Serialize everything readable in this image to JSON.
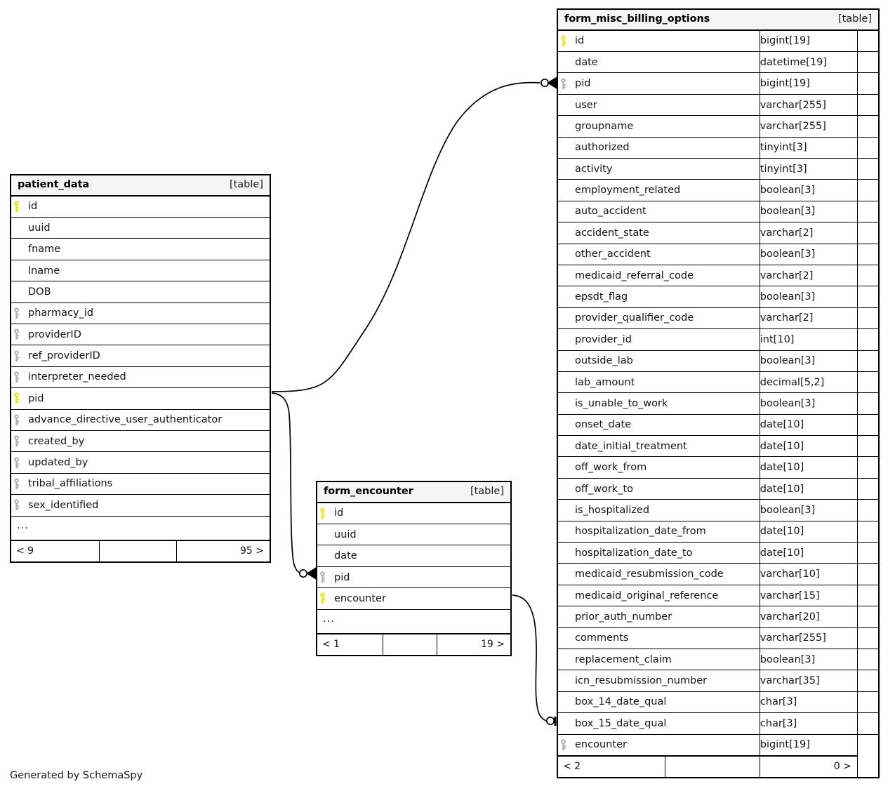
{
  "diagram": {
    "credit": "Generated by SchemaSpy",
    "kind_label": "[table]",
    "ellipsis": "...",
    "colors": {
      "primary_key": "#e8e800",
      "foreign_key": "#b0b0b0",
      "header_background": "#f5f5f5",
      "border": "#000000",
      "text": "#141414",
      "background": "#ffffff"
    }
  },
  "tables": {
    "patient_data": {
      "name": "patient_data",
      "kind": "[table]",
      "show_types": false,
      "ellipsis": "...",
      "footer": {
        "left": "< 9",
        "middle": "",
        "right": "95 >"
      },
      "columns": [
        {
          "name": "id",
          "type": "",
          "key": "primary"
        },
        {
          "name": "uuid",
          "type": "",
          "key": "none"
        },
        {
          "name": "fname",
          "type": "",
          "key": "none"
        },
        {
          "name": "lname",
          "type": "",
          "key": "none"
        },
        {
          "name": "DOB",
          "type": "",
          "key": "none"
        },
        {
          "name": "pharmacy_id",
          "type": "",
          "key": "foreign"
        },
        {
          "name": "providerID",
          "type": "",
          "key": "foreign"
        },
        {
          "name": "ref_providerID",
          "type": "",
          "key": "foreign"
        },
        {
          "name": "interpreter_needed",
          "type": "",
          "key": "foreign"
        },
        {
          "name": "pid",
          "type": "",
          "key": "primary"
        },
        {
          "name": "advance_directive_user_authenticator",
          "type": "",
          "key": "foreign"
        },
        {
          "name": "created_by",
          "type": "",
          "key": "foreign"
        },
        {
          "name": "updated_by",
          "type": "",
          "key": "foreign"
        },
        {
          "name": "tribal_affiliations",
          "type": "",
          "key": "foreign"
        },
        {
          "name": "sex_identified",
          "type": "",
          "key": "foreign"
        }
      ]
    },
    "form_encounter": {
      "name": "form_encounter",
      "kind": "[table]",
      "show_types": false,
      "ellipsis": "...",
      "footer": {
        "left": "< 1",
        "middle": "",
        "right": "19 >"
      },
      "columns": [
        {
          "name": "id",
          "type": "",
          "key": "primary"
        },
        {
          "name": "uuid",
          "type": "",
          "key": "none"
        },
        {
          "name": "date",
          "type": "",
          "key": "none"
        },
        {
          "name": "pid",
          "type": "",
          "key": "foreign"
        },
        {
          "name": "encounter",
          "type": "",
          "key": "primary"
        }
      ]
    },
    "form_misc_billing_options": {
      "name": "form_misc_billing_options",
      "kind": "[table]",
      "show_types": true,
      "ellipsis": "",
      "footer": {
        "left": "< 2",
        "middle": "",
        "right": "0 >"
      },
      "columns": [
        {
          "name": "id",
          "type": "bigint[19]",
          "key": "primary"
        },
        {
          "name": "date",
          "type": "datetime[19]",
          "key": "none"
        },
        {
          "name": "pid",
          "type": "bigint[19]",
          "key": "foreign"
        },
        {
          "name": "user",
          "type": "varchar[255]",
          "key": "none"
        },
        {
          "name": "groupname",
          "type": "varchar[255]",
          "key": "none"
        },
        {
          "name": "authorized",
          "type": "tinyint[3]",
          "key": "none"
        },
        {
          "name": "activity",
          "type": "tinyint[3]",
          "key": "none"
        },
        {
          "name": "employment_related",
          "type": "boolean[3]",
          "key": "none"
        },
        {
          "name": "auto_accident",
          "type": "boolean[3]",
          "key": "none"
        },
        {
          "name": "accident_state",
          "type": "varchar[2]",
          "key": "none"
        },
        {
          "name": "other_accident",
          "type": "boolean[3]",
          "key": "none"
        },
        {
          "name": "medicaid_referral_code",
          "type": "varchar[2]",
          "key": "none"
        },
        {
          "name": "epsdt_flag",
          "type": "boolean[3]",
          "key": "none"
        },
        {
          "name": "provider_qualifier_code",
          "type": "varchar[2]",
          "key": "none"
        },
        {
          "name": "provider_id",
          "type": "int[10]",
          "key": "none"
        },
        {
          "name": "outside_lab",
          "type": "boolean[3]",
          "key": "none"
        },
        {
          "name": "lab_amount",
          "type": "decimal[5,2]",
          "key": "none"
        },
        {
          "name": "is_unable_to_work",
          "type": "boolean[3]",
          "key": "none"
        },
        {
          "name": "onset_date",
          "type": "date[10]",
          "key": "none"
        },
        {
          "name": "date_initial_treatment",
          "type": "date[10]",
          "key": "none"
        },
        {
          "name": "off_work_from",
          "type": "date[10]",
          "key": "none"
        },
        {
          "name": "off_work_to",
          "type": "date[10]",
          "key": "none"
        },
        {
          "name": "is_hospitalized",
          "type": "boolean[3]",
          "key": "none"
        },
        {
          "name": "hospitalization_date_from",
          "type": "date[10]",
          "key": "none"
        },
        {
          "name": "hospitalization_date_to",
          "type": "date[10]",
          "key": "none"
        },
        {
          "name": "medicaid_resubmission_code",
          "type": "varchar[10]",
          "key": "none"
        },
        {
          "name": "medicaid_original_reference",
          "type": "varchar[15]",
          "key": "none"
        },
        {
          "name": "prior_auth_number",
          "type": "varchar[20]",
          "key": "none"
        },
        {
          "name": "comments",
          "type": "varchar[255]",
          "key": "none"
        },
        {
          "name": "replacement_claim",
          "type": "boolean[3]",
          "key": "none"
        },
        {
          "name": "icn_resubmission_number",
          "type": "varchar[35]",
          "key": "none"
        },
        {
          "name": "box_14_date_qual",
          "type": "char[3]",
          "key": "none"
        },
        {
          "name": "box_15_date_qual",
          "type": "char[3]",
          "key": "none"
        },
        {
          "name": "encounter",
          "type": "bigint[19]",
          "key": "foreign"
        }
      ]
    }
  },
  "relationships": [
    {
      "id": "patient_data-pid-to-billing-pid",
      "from_table": "patient_data",
      "from_column": "pid",
      "to_table": "form_misc_billing_options",
      "to_column": "pid",
      "end_marker": "zero-many"
    },
    {
      "id": "patient_data-pid-to-encounter-pid",
      "from_table": "patient_data",
      "from_column": "pid",
      "to_table": "form_encounter",
      "to_column": "pid",
      "end_marker": "zero-many"
    },
    {
      "id": "encounter-encounter-to-billing-encounter",
      "from_table": "form_encounter",
      "from_column": "encounter",
      "to_table": "form_misc_billing_options",
      "to_column": "encounter",
      "end_marker": "zero-one"
    }
  ]
}
